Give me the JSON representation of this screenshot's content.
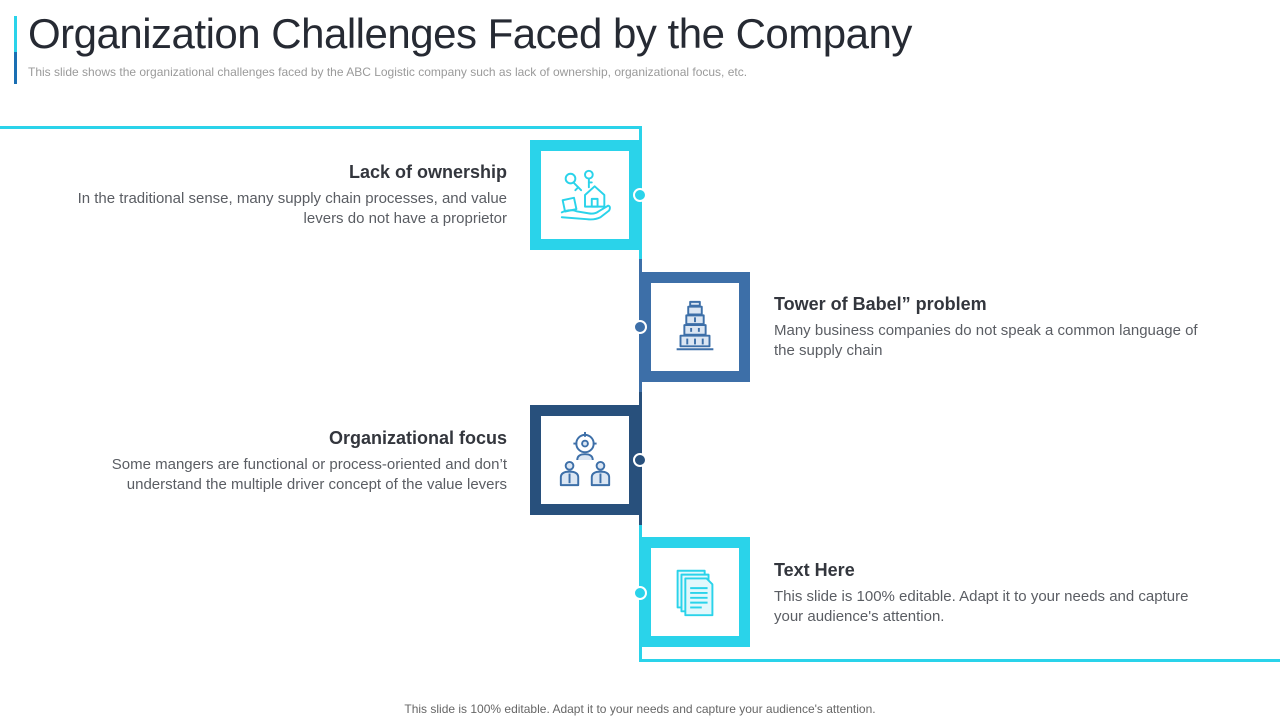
{
  "header": {
    "title": "Organization Challenges Faced by the Company",
    "subtitle": "This slide shows the organizational challenges faced by the ABC Logistic company such as lack of ownership, organizational focus, etc."
  },
  "colors": {
    "cyan": "#2ad3ea",
    "blue": "#3d6fa8",
    "navy": "#28507c",
    "title_accent": "#1a6fb3"
  },
  "items": [
    {
      "heading": "Lack of ownership",
      "description": "In  the traditional sense, many supply chain processes, and value levers do not have a proprietor",
      "icon": "keys-house-hand-icon"
    },
    {
      "heading": "Tower of Babel” problem",
      "description": "Many business companies do not speak a common language of the supply chain",
      "icon": "tower-of-babel-icon"
    },
    {
      "heading": "Organizational focus",
      "description": "Some mangers are functional  or process-oriented and don’t understand the multiple driver concept of the value levers",
      "icon": "target-people-icon"
    },
    {
      "heading": "Text Here",
      "description": "This slide is 100% editable. Adapt it to your needs and capture your audience's attention.",
      "icon": "document-icon"
    }
  ],
  "footer": {
    "text": "This slide is 100% editable. Adapt it to your needs and capture your audience's attention."
  }
}
